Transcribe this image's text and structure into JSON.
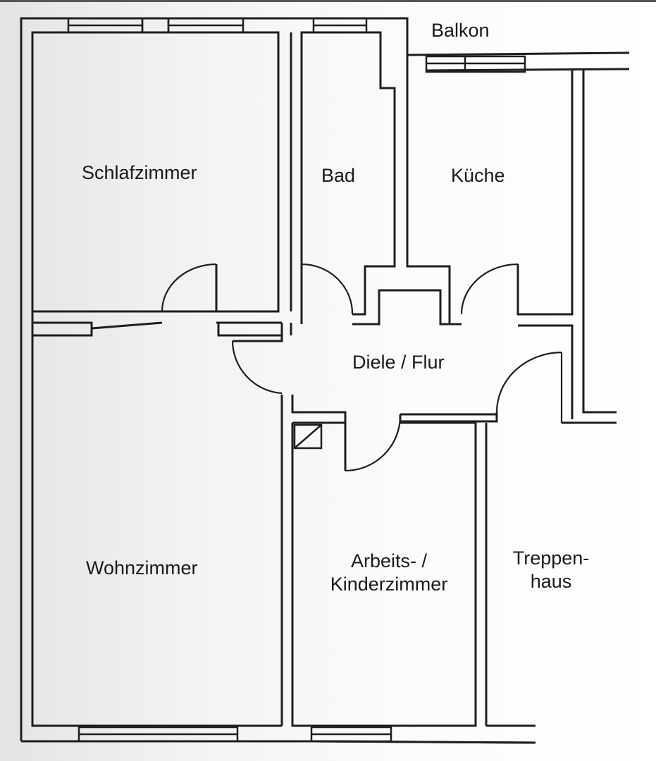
{
  "floorplan": {
    "rooms": [
      {
        "id": "balkon",
        "label": "Balkon"
      },
      {
        "id": "schlafzimmer",
        "label": "Schlafzimmer"
      },
      {
        "id": "bad",
        "label": "Bad"
      },
      {
        "id": "kueche",
        "label": "Küche"
      },
      {
        "id": "diele",
        "label": "Diele / Flur"
      },
      {
        "id": "wohnzimmer",
        "label": "Wohnzimmer"
      },
      {
        "id": "arbeitszimmer",
        "label_line1": "Arbeits- /",
        "label_line2": "Kinderzimmer"
      },
      {
        "id": "treppenhaus",
        "label_line1": "Treppen-",
        "label_line2": "haus"
      }
    ],
    "colors": {
      "line": "#1e1e1e",
      "paper": "#ffffff"
    }
  }
}
